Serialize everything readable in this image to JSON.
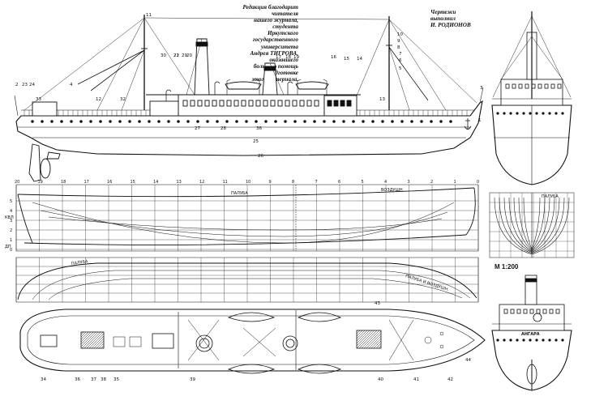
{
  "credits": {
    "left_lines": [
      "Редакция благодарит",
      "читателя",
      "нашего журнала,",
      "студента",
      "Иркутского",
      "государственного",
      "университета",
      "Андрея ТИГРОВА,",
      "оказавшего",
      "большую помощь",
      "в подготовке",
      "этого материала."
    ],
    "right_lines": [
      "Чертежи",
      "выполнил",
      "И. РОДИОНОВ"
    ]
  },
  "scale_label": "М 1:200",
  "lines_labels": {
    "deck_top": "ПАЛУБА",
    "deck_fwd": "ВОЗДУШН.",
    "deck_sec": "ПАЛУБА",
    "deck_sec2": "ПАЛУБА И ВОЗДУШН.",
    "kvl": "КВЛ",
    "dp": "ДП"
  },
  "stern_name": "АНГАРА",
  "body_plan_label": "ПАЛУБА",
  "side_callouts": [
    "2",
    "23",
    "24",
    "33",
    "4",
    "12",
    "32",
    "22",
    "30",
    "21",
    "29",
    "20",
    "17",
    "18",
    "19",
    "16",
    "15",
    "14",
    "10",
    "9",
    "8",
    "7",
    "6",
    "5",
    "13",
    "11",
    "3",
    "1",
    "25",
    "26",
    "27",
    "28",
    "36"
  ],
  "plan_callouts": [
    "34",
    "36",
    "37",
    "38",
    "35",
    "39",
    "43",
    "40",
    "41",
    "42",
    "44"
  ],
  "stations": [
    "20",
    "19",
    "18",
    "17",
    "16",
    "15",
    "14",
    "13",
    "12",
    "11",
    "10",
    "9",
    "8",
    "7",
    "6",
    "5",
    "4",
    "3",
    "2",
    "1",
    "0"
  ],
  "waterlines": [
    "5",
    "4",
    "3",
    "2",
    "1",
    "0"
  ]
}
